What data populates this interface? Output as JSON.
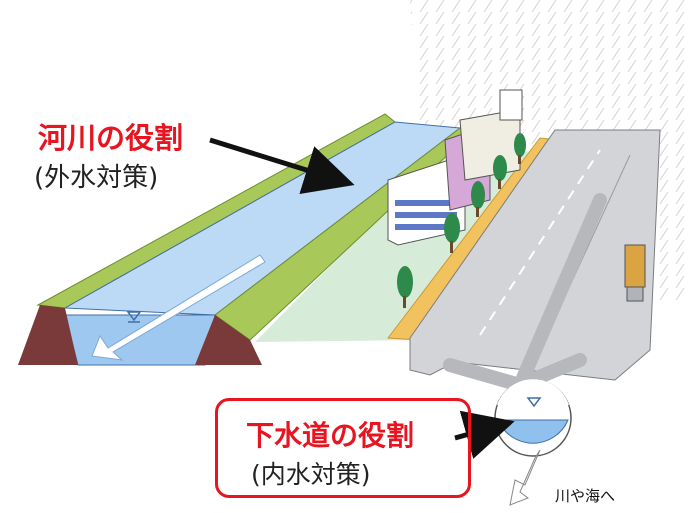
{
  "river": {
    "title": "河川の役割",
    "subtitle": "(外水対策)"
  },
  "sewer": {
    "title": "下水道の役割",
    "subtitle": "(内水対策)"
  },
  "outlet": {
    "label": "川や海へ"
  },
  "colors": {
    "accent_red": "#e8141f",
    "water": "#bcd9f5",
    "embankment_green": "#a8c85a",
    "embankment_soil": "#7a3a3a",
    "sidewalk": "#f2c25e",
    "road": "#d2d4d8"
  }
}
